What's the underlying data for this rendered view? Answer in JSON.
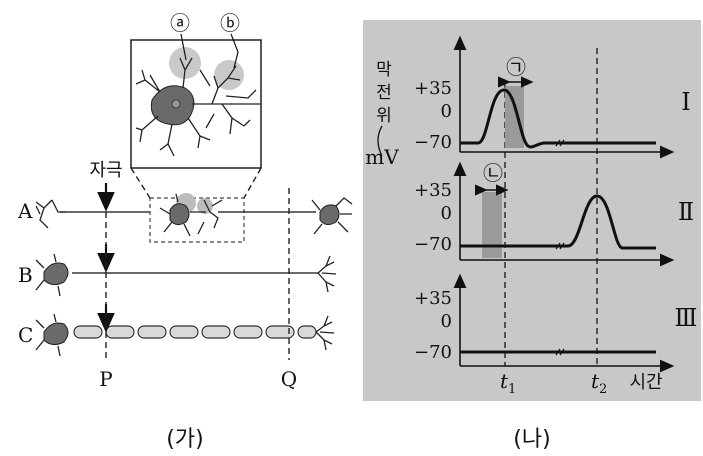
{
  "panel_ga": {
    "stimulus_label": "자극",
    "neurons": [
      {
        "label": "A",
        "type": "synapse"
      },
      {
        "label": "B",
        "type": "unmyelinated"
      },
      {
        "label": "C",
        "type": "myelinated"
      }
    ],
    "points": {
      "p": "P",
      "q": "Q"
    },
    "inset_labels": {
      "a": "ⓐ",
      "b": "ⓑ"
    },
    "caption": "(가)"
  },
  "panel_na": {
    "y_axis_label": [
      "막",
      "전",
      "위"
    ],
    "y_unit": "mV",
    "y_ticks": [
      "+35",
      "0",
      "−70"
    ],
    "x_label": "시간",
    "times": {
      "t1": "t",
      "t1_sub": "1",
      "t2": "t",
      "t2_sub": "2"
    },
    "rows": [
      {
        "label": "Ⅰ",
        "peak_at": "t1"
      },
      {
        "label": "Ⅱ",
        "peak_at": "t2"
      },
      {
        "label": "Ⅲ",
        "peak_at": "none"
      }
    ],
    "interval_labels": {
      "g": "㉠",
      "l": "㉡"
    },
    "caption": "(나)",
    "colors": {
      "background": "#c8c8c8",
      "interval_fill": "#9a9a9a"
    }
  }
}
